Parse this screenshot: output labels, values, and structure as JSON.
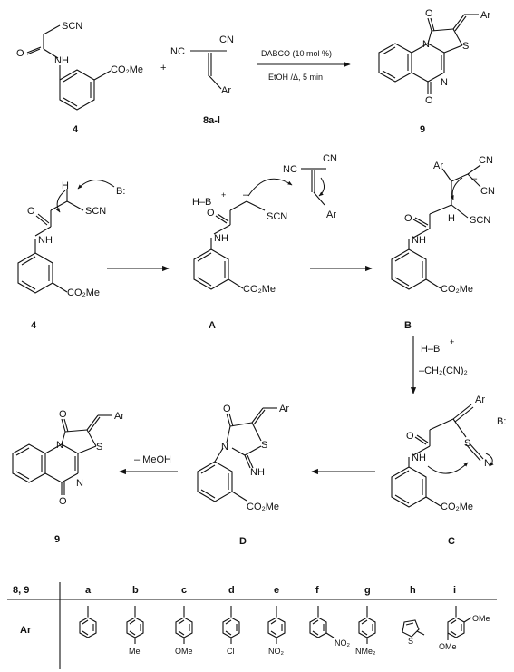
{
  "reaction": {
    "reagent_line1": "DABCO (10 mol %)",
    "reagent_line2": "EtOH /Δ, 5 min"
  },
  "compounds": {
    "c4": "4",
    "c8": "8a-l",
    "c9": "9",
    "cA": "A",
    "cB": "B",
    "cC": "C",
    "cD": "D"
  },
  "labels": {
    "scn": "SCN",
    "nh": "NH",
    "co2me": "CO₂Me",
    "cn": "CN",
    "nc": "NC",
    "ar": "Ar",
    "o": "O",
    "n": "N",
    "s": "S",
    "h": "H",
    "base": "B:",
    "hb": "H–B",
    "plus": "+",
    "minus": "–",
    "nh_imine": "NH"
  },
  "steps": {
    "b_to_c_1": "H–B",
    "b_to_c_1_charge": "+",
    "b_to_c_2": "–CH₂(CN)₂",
    "d_to_9": "– MeOH"
  },
  "table": {
    "header_label": "8, 9",
    "row_label": "Ar",
    "columns": [
      "a",
      "b",
      "c",
      "d",
      "e",
      "f",
      "g",
      "h",
      "i"
    ],
    "substituents": [
      "",
      "Me",
      "OMe",
      "Cl",
      "NO₂",
      "NO₂",
      "NMe₂",
      "S",
      "OMe"
    ],
    "extra_substituent_i": "OMe"
  }
}
